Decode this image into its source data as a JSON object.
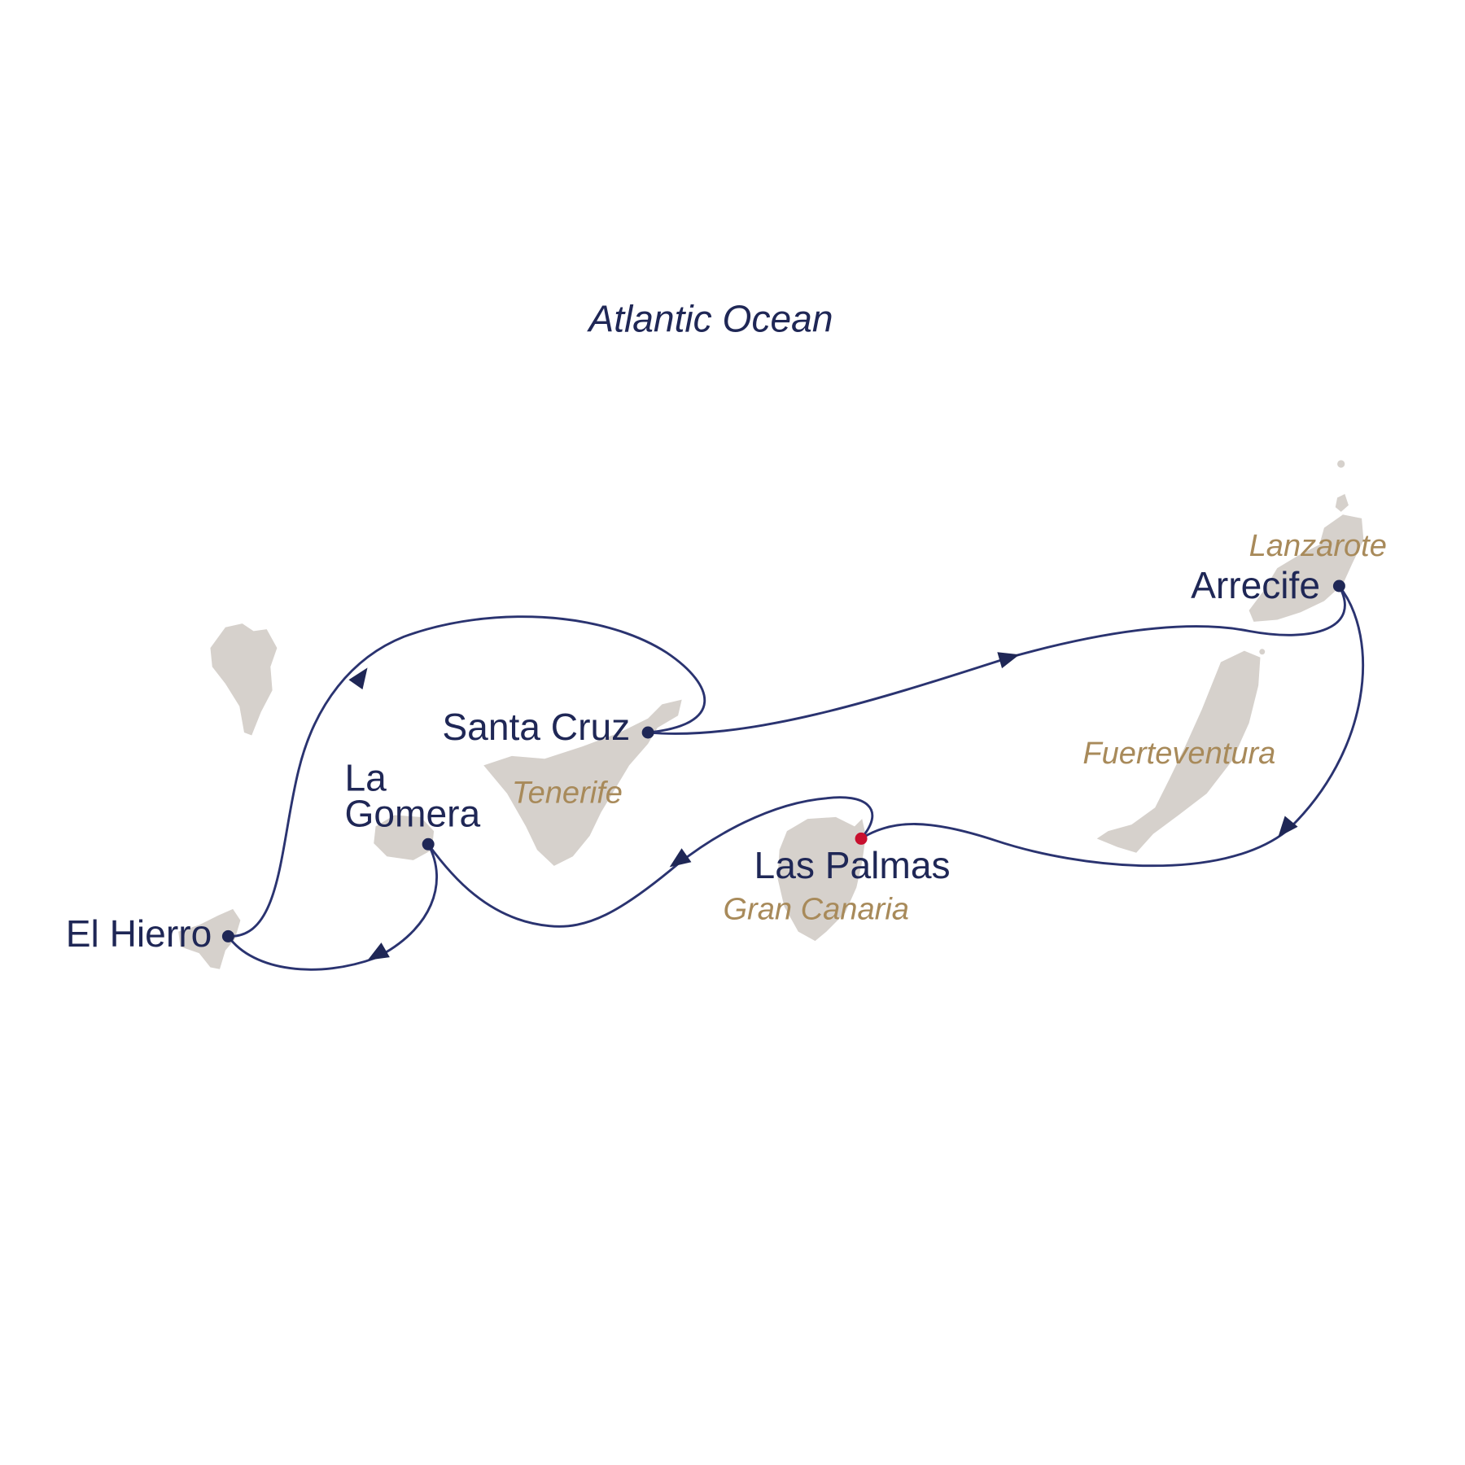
{
  "map": {
    "ocean_label": "Atlantic Ocean",
    "islands": {
      "lanzarote": "Lanzarote",
      "fuerteventura": "Fuerteventura",
      "tenerife": "Tenerife",
      "gran_canaria": "Gran Canaria"
    },
    "ports": {
      "santa_cruz": "Santa Cruz",
      "la_gomera_line1": "La",
      "la_gomera_line2": "Gomera",
      "el_hierro": "El Hierro",
      "las_palmas": "Las Palmas",
      "arrecife": "Arrecife"
    },
    "itinerary": [
      "Las Palmas",
      "La Gomera",
      "El Hierro",
      "Santa Cruz",
      "Arrecife",
      "Las Palmas"
    ],
    "colors": {
      "route": "#2a3370",
      "port_dot": "#1f2756",
      "start_port_dot": "#c8102e",
      "land": "#d6d1cc",
      "island_label": "#a88a5a"
    }
  }
}
